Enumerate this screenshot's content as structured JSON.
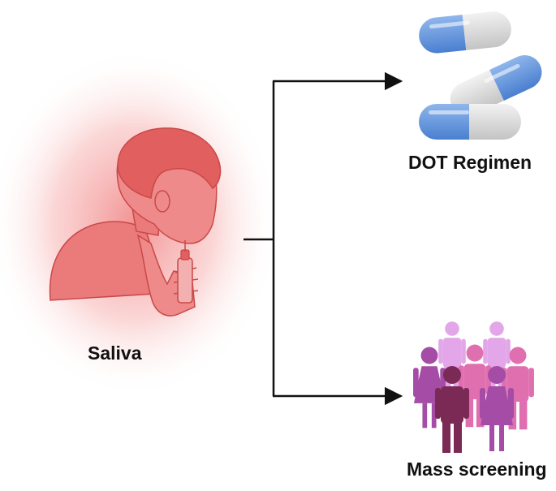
{
  "labels": {
    "saliva": "Saliva",
    "dot_regimen": "DOT Regimen",
    "mass_screening": "Mass screening"
  },
  "colors": {
    "glow": "#f08080",
    "person": "#e66b6b",
    "person_outline": "#c94848",
    "arrow": "#111111",
    "pill_blue": "#5b8fd9",
    "pill_grey": "#d8d8d8",
    "crowd_light": "#e3a6e8",
    "crowd_pink": "#e06fb0",
    "crowd_purple": "#a44ca6",
    "crowd_dark": "#7a2a55"
  },
  "icons": [
    "person-spitting-icon",
    "saliva-tube-icon",
    "pills-icon",
    "crowd-icon"
  ]
}
